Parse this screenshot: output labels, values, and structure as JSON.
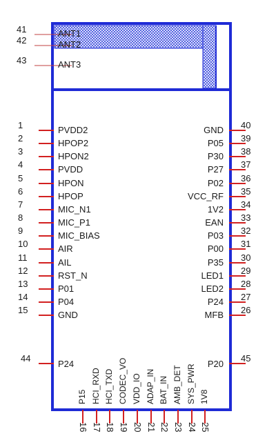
{
  "chip": {
    "antenna_pins": [
      {
        "num": "41",
        "label": "ANT1"
      },
      {
        "num": "42",
        "label": "ANT2"
      },
      {
        "num": "43",
        "label": "ANT3"
      }
    ],
    "left_pins": [
      {
        "num": "1",
        "label": "PVDD2"
      },
      {
        "num": "2",
        "label": "HPOP2"
      },
      {
        "num": "3",
        "label": "HPON2"
      },
      {
        "num": "4",
        "label": "PVDD"
      },
      {
        "num": "5",
        "label": "HPON"
      },
      {
        "num": "6",
        "label": "HPOP"
      },
      {
        "num": "7",
        "label": "MIC_N1"
      },
      {
        "num": "8",
        "label": "MIC_P1"
      },
      {
        "num": "9",
        "label": "MIC_BIAS"
      },
      {
        "num": "10",
        "label": "AIR"
      },
      {
        "num": "11",
        "label": "AIL"
      },
      {
        "num": "12",
        "label": "RST_N"
      },
      {
        "num": "13",
        "label": "P01"
      },
      {
        "num": "14",
        "label": "P04"
      },
      {
        "num": "15",
        "label": "GND"
      }
    ],
    "right_pins": [
      {
        "num": "40",
        "label": "GND"
      },
      {
        "num": "39",
        "label": "P05"
      },
      {
        "num": "38",
        "label": "P30"
      },
      {
        "num": "37",
        "label": "P27"
      },
      {
        "num": "36",
        "label": "P02"
      },
      {
        "num": "35",
        "label": "VCC_RF"
      },
      {
        "num": "34",
        "label": "1V2"
      },
      {
        "num": "33",
        "label": "EAN"
      },
      {
        "num": "32",
        "label": "P03"
      },
      {
        "num": "31",
        "label": "P00"
      },
      {
        "num": "30",
        "label": "P35"
      },
      {
        "num": "29",
        "label": "LED1"
      },
      {
        "num": "28",
        "label": "LED2"
      },
      {
        "num": "27",
        "label": "P24"
      },
      {
        "num": "26",
        "label": "MFB"
      }
    ],
    "left_extra": {
      "num": "44",
      "label": "P24"
    },
    "right_extra": {
      "num": "45",
      "label": "P20"
    },
    "bottom_pins": [
      {
        "num": "16",
        "label": "P15"
      },
      {
        "num": "17",
        "label": "HCI_RXD"
      },
      {
        "num": "18",
        "label": "HCI_TXD"
      },
      {
        "num": "19",
        "label": "CODEC_VO"
      },
      {
        "num": "20",
        "label": "VDD_IO"
      },
      {
        "num": "21",
        "label": "ADAP_IN"
      },
      {
        "num": "22",
        "label": "BAT_IN"
      },
      {
        "num": "23",
        "label": "AMB_DET"
      },
      {
        "num": "24",
        "label": "SYS_PWR"
      },
      {
        "num": "25",
        "label": "1V8"
      }
    ],
    "colors": {
      "body": "#1f2bd6",
      "pin": "#d22020",
      "text": "#1a1a1a",
      "hatch": "#2a3ad8"
    }
  }
}
